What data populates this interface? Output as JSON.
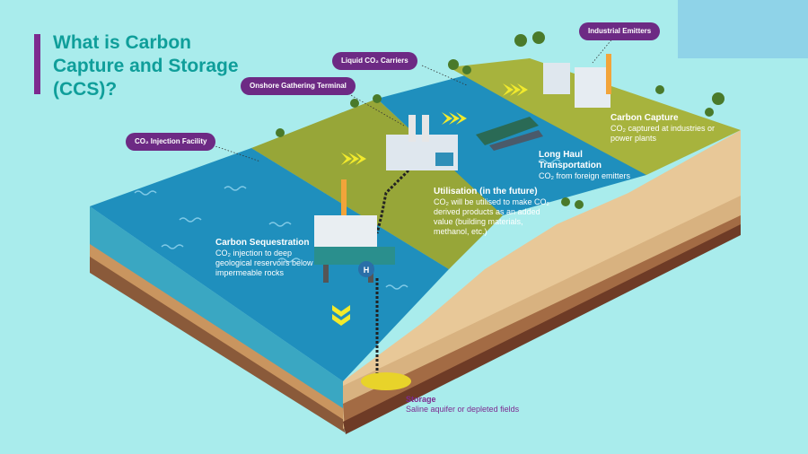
{
  "title": "What is Carbon Capture and Storage (CCS)?",
  "tags": {
    "industrial_emitters": "Industrial Emitters",
    "liquid_carriers": "Liquid CO₂ Carriers",
    "onshore_terminal": "Onshore Gathering Terminal",
    "injection_facility": "CO₂ Injection Facility"
  },
  "labels": {
    "carbon_capture": {
      "heading": "Carbon Capture",
      "text": "CO₂ captured at industries or power plants"
    },
    "long_haul": {
      "heading": "Long Haul Transportation",
      "text": "CO₂ from foreign emitters"
    },
    "utilisation": {
      "heading": "Utilisation (in the future)",
      "text": "CO₂ will be utilised to make CO₂ derived products as an added value (building materials, methanol, etc.)"
    },
    "sequestration": {
      "heading": "Carbon Sequestration",
      "text": "CO₂ injection to deep geological reservoirs below impermeable rocks"
    },
    "storage": {
      "heading": "Storage",
      "text": "Saline aquifer or depleted fields"
    }
  },
  "platform_marker": "H",
  "colors": {
    "title": "#0f9e9a",
    "tag_bg": "#6d2a84",
    "ocean": "#1f8fbd",
    "land": "#a7b33d",
    "background": "#a9ecec",
    "storage_text": "#7d2a8f",
    "arrow": "#f2ea2c"
  }
}
